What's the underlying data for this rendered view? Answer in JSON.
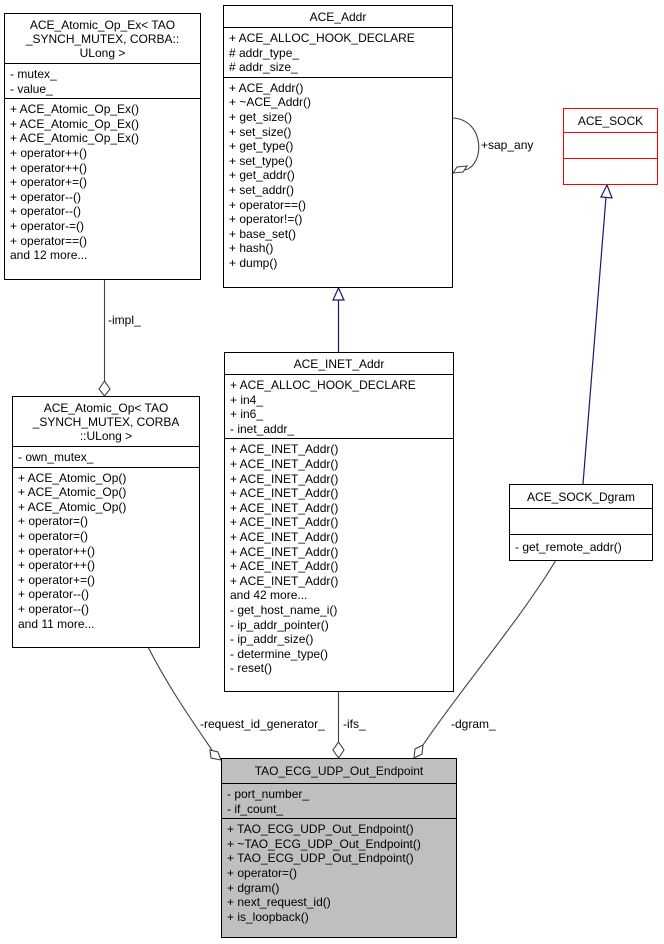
{
  "diagram": {
    "type": "uml-collaboration-diagram",
    "classes": {
      "atomic_op_ex": {
        "title": [
          "ACE_Atomic_Op_Ex< TAO",
          "_SYNCH_MUTEX, CORBA::",
          "ULong >"
        ],
        "attributes": [
          "- mutex_",
          "- value_"
        ],
        "methods": [
          "+ ACE_Atomic_Op_Ex()",
          "+ ACE_Atomic_Op_Ex()",
          "+ ACE_Atomic_Op_Ex()",
          "+ operator++()",
          "+ operator++()",
          "+ operator+=()",
          "+ operator--()",
          "+ operator--()",
          "+ operator-=()",
          "+ operator==()",
          "and 12 more..."
        ]
      },
      "ace_addr": {
        "title": [
          "ACE_Addr"
        ],
        "attributes": [
          "+ ACE_ALLOC_HOOK_DECLARE",
          "# addr_type_",
          "# addr_size_"
        ],
        "methods": [
          "+ ACE_Addr()",
          "+ ~ACE_Addr()",
          "+ get_size()",
          "+ set_size()",
          "+ get_type()",
          "+ set_type()",
          "+ get_addr()",
          "+ set_addr()",
          "+ operator==()",
          "+ operator!=()",
          "+ base_set()",
          "+ hash()",
          "+ dump()"
        ]
      },
      "ace_sock": {
        "title": [
          "ACE_SOCK"
        ],
        "attributes": [],
        "methods": []
      },
      "atomic_op": {
        "title": [
          "ACE_Atomic_Op< TAO",
          "_SYNCH_MUTEX, CORBA",
          "::ULong >"
        ],
        "attributes": [
          "- own_mutex_"
        ],
        "methods": [
          "+ ACE_Atomic_Op()",
          "+ ACE_Atomic_Op()",
          "+ ACE_Atomic_Op()",
          "+ operator=()",
          "+ operator=()",
          "+ operator++()",
          "+ operator++()",
          "+ operator+=()",
          "+ operator--()",
          "+ operator--()",
          "and 11 more..."
        ]
      },
      "inet_addr": {
        "title": [
          "ACE_INET_Addr"
        ],
        "attributes": [
          "+ ACE_ALLOC_HOOK_DECLARE",
          "+ in4_",
          "+ in6_",
          "- inet_addr_"
        ],
        "methods": [
          "+ ACE_INET_Addr()",
          "+ ACE_INET_Addr()",
          "+ ACE_INET_Addr()",
          "+ ACE_INET_Addr()",
          "+ ACE_INET_Addr()",
          "+ ACE_INET_Addr()",
          "+ ACE_INET_Addr()",
          "+ ACE_INET_Addr()",
          "+ ACE_INET_Addr()",
          "+ ACE_INET_Addr()",
          "and 42 more...",
          "- get_host_name_i()",
          "- ip_addr_pointer()",
          "- ip_addr_size()",
          "- determine_type()",
          "- reset()"
        ]
      },
      "sock_dgram": {
        "title": [
          "ACE_SOCK_Dgram"
        ],
        "attributes": [],
        "methods": [
          "- get_remote_addr()"
        ]
      },
      "endpoint": {
        "title": [
          "TAO_ECG_UDP_Out_Endpoint"
        ],
        "attributes": [
          "- port_number_",
          "- if_count_"
        ],
        "methods": [
          "+ TAO_ECG_UDP_Out_Endpoint()",
          "+ ~TAO_ECG_UDP_Out_Endpoint()",
          "+ TAO_ECG_UDP_Out_Endpoint()",
          "+ operator=()",
          "+ dgram()",
          "+ next_request_id()",
          "+ is_loopback()"
        ]
      }
    },
    "edge_labels": {
      "impl": "-impl_",
      "sap_any": "+sap_any",
      "request_id_generator": "-request_id_generator_",
      "ifs": "-ifs_",
      "dgram": "-dgram_"
    },
    "relations": [
      {
        "from": "inet_addr",
        "to": "ace_addr",
        "kind": "inheritance"
      },
      {
        "from": "sock_dgram",
        "to": "ace_sock",
        "kind": "inheritance"
      },
      {
        "from": "atomic_op_ex",
        "to": "atomic_op",
        "kind": "aggregation",
        "label": "-impl_"
      },
      {
        "from": "ace_addr",
        "to": "ace_addr",
        "kind": "aggregation",
        "label": "+sap_any"
      },
      {
        "from": "atomic_op",
        "to": "endpoint",
        "kind": "aggregation",
        "label": "-request_id_generator_"
      },
      {
        "from": "inet_addr",
        "to": "endpoint",
        "kind": "aggregation",
        "label": "-ifs_"
      },
      {
        "from": "sock_dgram",
        "to": "endpoint",
        "kind": "aggregation",
        "label": "-dgram_"
      }
    ],
    "colors": {
      "inheritance_edge": "#191970",
      "aggregation_edge": "#404040",
      "missing_class_border": "#ff0000",
      "focus_class_fill": "#bfbfbf"
    }
  }
}
